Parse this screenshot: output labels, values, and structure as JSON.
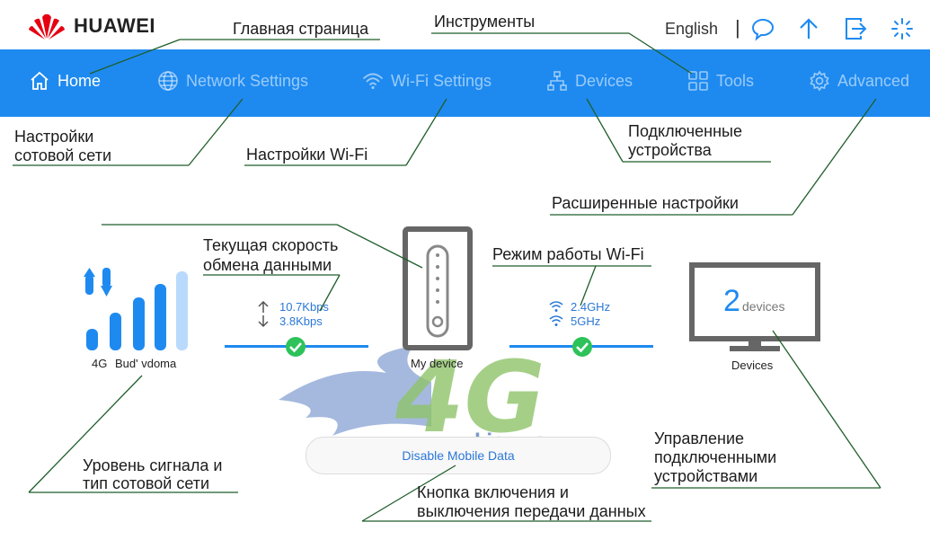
{
  "header": {
    "brand": "HUAWEI",
    "language": "English",
    "separator": "|",
    "icons": [
      "message-icon",
      "upload-icon",
      "logout-icon",
      "loading-icon"
    ]
  },
  "nav": {
    "items": [
      {
        "label": "Home",
        "icon": "home-icon",
        "active": true
      },
      {
        "label": "Network Settings",
        "icon": "globe-icon",
        "active": false
      },
      {
        "label": "Wi-Fi Settings",
        "icon": "wifi-icon",
        "active": false
      },
      {
        "label": "Devices",
        "icon": "devices-icon",
        "active": false
      },
      {
        "label": "Tools",
        "icon": "tools-icon",
        "active": false
      },
      {
        "label": "Advanced",
        "icon": "gear-icon",
        "active": false
      }
    ]
  },
  "status": {
    "network_type": "4G",
    "operator": "Bud' vdoma",
    "upload_speed": "10.7Kbps",
    "download_speed": "3.8Kbps",
    "router_label": "My device",
    "wifi_bands": [
      "2.4GHz",
      "5GHz"
    ],
    "devices_count": "2",
    "devices_unit": "devices",
    "devices_label": "Devices",
    "signal_bars": 4,
    "signal_bars_total": 5
  },
  "actions": {
    "disable_mobile_data": "Disable Mobile Data"
  },
  "watermark": {
    "text": "4G",
    "site": "kiev.ua"
  },
  "annotations": {
    "home": "Главная страница",
    "tools": "Инструменты",
    "network_1": "Настройки",
    "network_2": "сотовой сети",
    "wifi": "Настройки Wi-Fi",
    "devices_1": "Подключенные",
    "devices_2": "устройства",
    "advanced": "Расширенные настройки",
    "speed_1": "Текущая скорость",
    "speed_2": "обмена данными",
    "wifi_mode": "Режим работы Wi-Fi",
    "signal_1": "Уровень сигнала и",
    "signal_2": "тип сотовой сети",
    "button_1": "Кнопка включения и",
    "button_2": "выключения передачи данных",
    "manage_1": "Управление",
    "manage_2": "подключенными",
    "manage_3": "устройствами"
  }
}
